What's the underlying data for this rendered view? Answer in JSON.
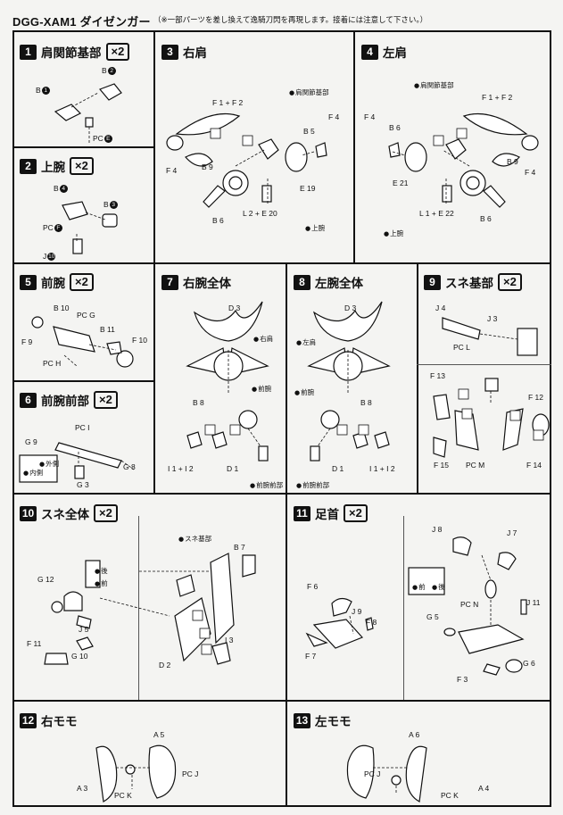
{
  "header": {
    "title": "DGG-XAM1 ダイゼンガー",
    "note": "（※一部パーツを差し換えて逸騎刀閃を再現します。接着には注意して下さい。）"
  },
  "steps": [
    {
      "num": "1",
      "title": "肩関節基部",
      "mult": "×2"
    },
    {
      "num": "2",
      "title": "上腕",
      "mult": "×2"
    },
    {
      "num": "3",
      "title": "右肩",
      "mult": ""
    },
    {
      "num": "4",
      "title": "左肩",
      "mult": ""
    },
    {
      "num": "5",
      "title": "前腕",
      "mult": "×2"
    },
    {
      "num": "6",
      "title": "前腕前部",
      "mult": "×2"
    },
    {
      "num": "7",
      "title": "右腕全体",
      "mult": ""
    },
    {
      "num": "8",
      "title": "左腕全体",
      "mult": ""
    },
    {
      "num": "9",
      "title": "スネ基部",
      "mult": "×2"
    },
    {
      "num": "10",
      "title": "スネ全体",
      "mult": "×2"
    },
    {
      "num": "11",
      "title": "足首",
      "mult": "×2"
    },
    {
      "num": "12",
      "title": "右モモ",
      "mult": ""
    },
    {
      "num": "13",
      "title": "左モモ",
      "mult": ""
    }
  ],
  "labels": {
    "s1": [
      "B",
      "2",
      "B",
      "1",
      "PC",
      "E"
    ],
    "s2": [
      "B",
      "4",
      "B",
      "3",
      "PC",
      "F",
      "J",
      "10"
    ],
    "s3": {
      "f12": "F 1 + F 2",
      "base": "肩関節基部",
      "f4": "F 4",
      "b5": "B 5",
      "b9": "B 9",
      "f4b": "F 4",
      "e19": "E 19",
      "b6": "B 6",
      "l220": "L 2 + E 20",
      "upper": "上腕"
    },
    "s4": {
      "base": "肩関節基部",
      "f12": "F 1 + F 2",
      "f4": "F 4",
      "b6": "B 6",
      "b9": "B 9",
      "f4b": "F 4",
      "e21": "E 21",
      "l122": "L 1 + E 22",
      "b6b": "B 6",
      "upper": "上腕"
    },
    "s5": [
      "B 10",
      "PC G",
      "B 11",
      "F 9",
      "F 10",
      "PC H"
    ],
    "s6": [
      "PC I",
      "G 9",
      "G 8",
      "G 3"
    ],
    "s6note": [
      "内側",
      "外側"
    ],
    "s7": {
      "d3": "D 3",
      "shoulder": "右肩",
      "forearm": "前腕",
      "b8": "B 8",
      "i12": "I 1 + I 2",
      "d1": "D 1",
      "front": "前腕前部"
    },
    "s8": {
      "d3": "D 3",
      "shoulder": "左肩",
      "forearm": "前腕",
      "b8": "B 8",
      "d1": "D 1",
      "i12": "I 1 + I 2",
      "front": "前腕前部"
    },
    "s9": [
      "J 4",
      "J 3",
      "PC L",
      "F 13",
      "F 12",
      "F 15",
      "PC M",
      "F 14"
    ],
    "s10": {
      "base": "スネ基部",
      "b7": "B 7",
      "g12": "G 12",
      "j5": "J 5",
      "f11": "F 11",
      "g10": "G 10",
      "d2": "D 2",
      "i3": "I 3",
      "note": [
        "後",
        "前"
      ]
    },
    "s11": [
      "J 8",
      "J 7",
      "F 6",
      "J 9",
      "F 8",
      "F 7",
      "PC N",
      "G 5",
      "J 11",
      "G 6",
      "F 3"
    ],
    "s11note": [
      "前",
      "後"
    ],
    "s12": [
      "A 5",
      "PC J",
      "A 3",
      "PC K"
    ],
    "s13": [
      "A 6",
      "PC J",
      "A 4",
      "PC K"
    ]
  }
}
